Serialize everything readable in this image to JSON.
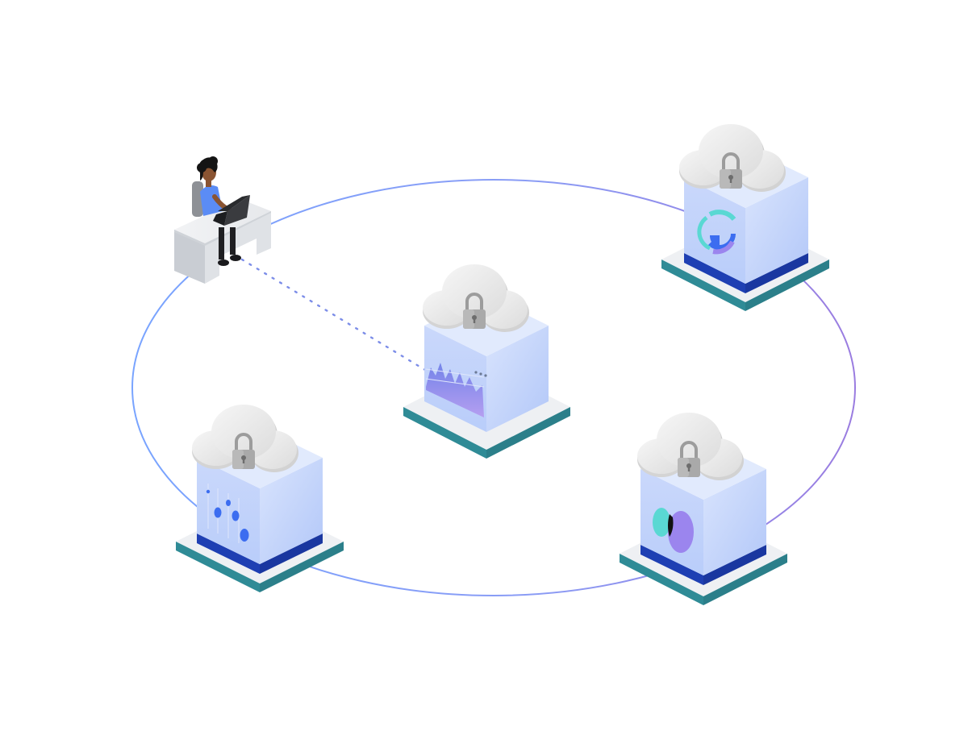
{
  "diagram": {
    "ring_gradient": [
      "#7aa6ff",
      "#8e7ae8",
      "#9b7be0"
    ],
    "connector_color": "#7c8de8",
    "nodes": [
      {
        "id": "top-right",
        "content": "donut-chart",
        "locked": true
      },
      {
        "id": "center",
        "content": "area-chart",
        "locked": true
      },
      {
        "id": "bottom-left",
        "content": "dot-plot",
        "locked": true
      },
      {
        "id": "bottom-right",
        "content": "venn-circles",
        "locked": true
      }
    ],
    "user": {
      "role": "person-at-desk-with-laptop"
    }
  },
  "colors": {
    "cube_front": "#c6d6fb",
    "cube_side": "#a9c0f6",
    "cube_top": "#e2ebfd",
    "base_top": "#eef0f3",
    "stripe_blue": "#1e3fb3",
    "stripe_teal": "#2f8b96",
    "cloud": "#e7e7e7",
    "lock": "#a8a8a8",
    "teal": "#5ad8d3",
    "purple": "#9b85ee",
    "blue": "#3c6df0",
    "shirt": "#5b8cf5",
    "skin": "#8a5432",
    "desk": "#e9ebee"
  }
}
